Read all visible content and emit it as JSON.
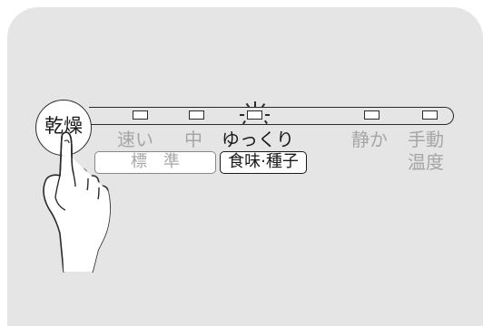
{
  "controls": {
    "dry_button_label": "乾燥",
    "modes": [
      {
        "label": "速い",
        "active": false
      },
      {
        "label": "中",
        "active": false
      },
      {
        "label": "ゆっくり",
        "active": true
      },
      {
        "label": "静か",
        "active": false
      },
      {
        "label": "手動",
        "active": false
      }
    ],
    "manual_sub_label": "温度",
    "presets": [
      {
        "label": "標　準",
        "active": false
      },
      {
        "label": "食味·種子",
        "active": true
      }
    ]
  },
  "icons": [
    "hand-pointer-icon",
    "indicator-lamp-icon"
  ],
  "colors": {
    "panel": "#e5e5e5",
    "inactive_text": "#a6a6a6",
    "active_text": "#1a1a1a"
  }
}
